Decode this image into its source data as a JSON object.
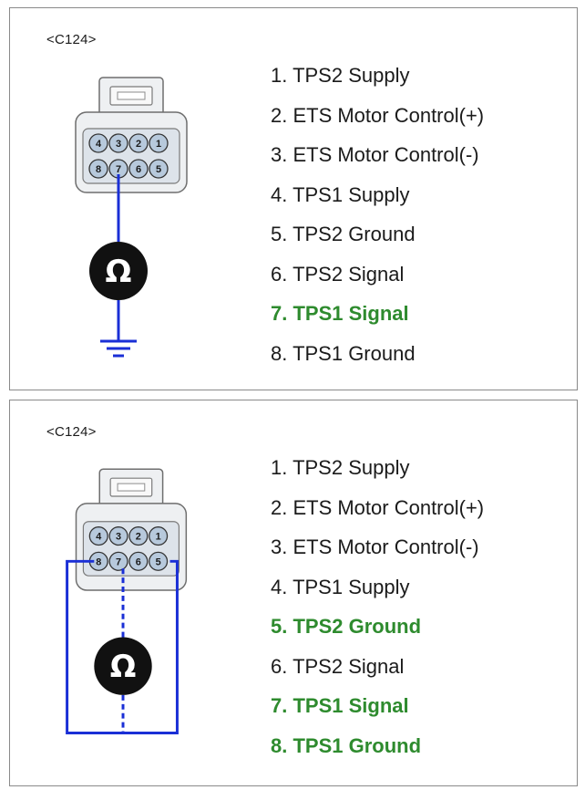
{
  "panels": [
    {
      "connector_label": "<C124>",
      "pins": [
        {
          "label": "1. TPS2 Supply",
          "highlighted": false
        },
        {
          "label": "2. ETS Motor Control(+)",
          "highlighted": false
        },
        {
          "label": "3. ETS Motor Control(-)",
          "highlighted": false
        },
        {
          "label": "4. TPS1 Supply",
          "highlighted": false
        },
        {
          "label": "5. TPS2 Ground",
          "highlighted": false
        },
        {
          "label": "6. TPS2 Signal",
          "highlighted": false
        },
        {
          "label": "7. TPS1 Signal",
          "highlighted": true
        },
        {
          "label": "8. TPS1 Ground",
          "highlighted": false
        }
      ],
      "connector_pins": {
        "top_row": [
          "4",
          "3",
          "2",
          "1"
        ],
        "bottom_row": [
          "8",
          "7",
          "6",
          "5"
        ]
      },
      "meter_symbol": "Ω",
      "meter_icon": "ohmmeter-icon",
      "ground_icon": "ground-icon"
    },
    {
      "connector_label": "<C124>",
      "pins": [
        {
          "label": "1. TPS2 Supply",
          "highlighted": false
        },
        {
          "label": "2. ETS Motor Control(+)",
          "highlighted": false
        },
        {
          "label": "3. ETS Motor Control(-)",
          "highlighted": false
        },
        {
          "label": "4. TPS1 Supply",
          "highlighted": false
        },
        {
          "label": "5. TPS2 Ground",
          "highlighted": true
        },
        {
          "label": "6. TPS2 Signal",
          "highlighted": false
        },
        {
          "label": "7. TPS1 Signal",
          "highlighted": true
        },
        {
          "label": "8. TPS1 Ground",
          "highlighted": true
        }
      ],
      "connector_pins": {
        "top_row": [
          "4",
          "3",
          "2",
          "1"
        ],
        "bottom_row": [
          "8",
          "7",
          "6",
          "5"
        ]
      },
      "meter_symbol": "Ω",
      "meter_icon": "ohmmeter-icon"
    }
  ],
  "colors": {
    "highlight": "#2e8b2e",
    "wire": "#1a2fd6",
    "text": "#1b1b1b",
    "pin_fill": "#b7c9dc",
    "connector_fill": "#eef0f2",
    "meter_fill": "#111111"
  }
}
